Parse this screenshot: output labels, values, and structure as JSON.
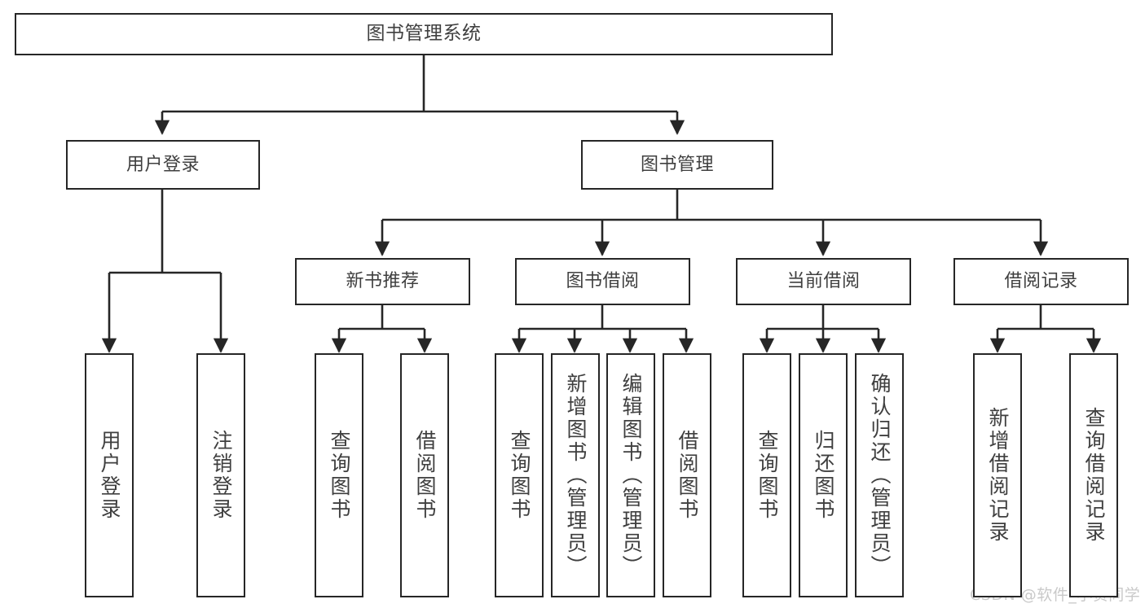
{
  "diagram": {
    "type": "tree-hierarchy-diagram",
    "title_node": {
      "label": "图书管理系统"
    },
    "level2": [
      {
        "id": "user-login",
        "label": "用户登录"
      },
      {
        "id": "book-management",
        "label": "图书管理"
      }
    ],
    "level3": [
      {
        "id": "new-book-recommend",
        "label": "新书推荐"
      },
      {
        "id": "book-borrow",
        "label": "图书借阅"
      },
      {
        "id": "current-borrow",
        "label": "当前借阅"
      },
      {
        "id": "borrow-record",
        "label": "借阅记录"
      }
    ],
    "leaves": [
      {
        "id": "leaf-user-login",
        "label": "用户登录",
        "parent": "用户登录"
      },
      {
        "id": "leaf-logout-login",
        "label": "注销登录",
        "parent": "用户登录"
      },
      {
        "id": "leaf-query-book-1",
        "label": "查询图书",
        "parent": "新书推荐"
      },
      {
        "id": "leaf-borrow-book-1",
        "label": "借阅图书",
        "parent": "新书推荐"
      },
      {
        "id": "leaf-query-book-2",
        "label": "查询图书",
        "parent": "图书借阅"
      },
      {
        "id": "leaf-add-book",
        "label": "新增图书（管理员）",
        "parent": "图书借阅"
      },
      {
        "id": "leaf-edit-book",
        "label": "编辑图书（管理员）",
        "parent": "图书借阅"
      },
      {
        "id": "leaf-borrow-book-2",
        "label": "借阅图书",
        "parent": "图书借阅"
      },
      {
        "id": "leaf-query-book-3",
        "label": "查询图书",
        "parent": "当前借阅"
      },
      {
        "id": "leaf-return-book",
        "label": "归还图书",
        "parent": "当前借阅"
      },
      {
        "id": "leaf-confirm-return",
        "label": "确认归还（管理员）",
        "parent": "当前借阅"
      },
      {
        "id": "leaf-add-record",
        "label": "新增借阅记录",
        "parent": "借阅记录"
      },
      {
        "id": "leaf-query-record",
        "label": "查询借阅记录",
        "parent": "借阅记录"
      }
    ],
    "watermark": "CSDN @软件_小贺同学",
    "colors": {
      "border": "#262626",
      "text": "#3f3f3f",
      "background": "#ffffff",
      "watermark": "#c9c9c9"
    }
  }
}
